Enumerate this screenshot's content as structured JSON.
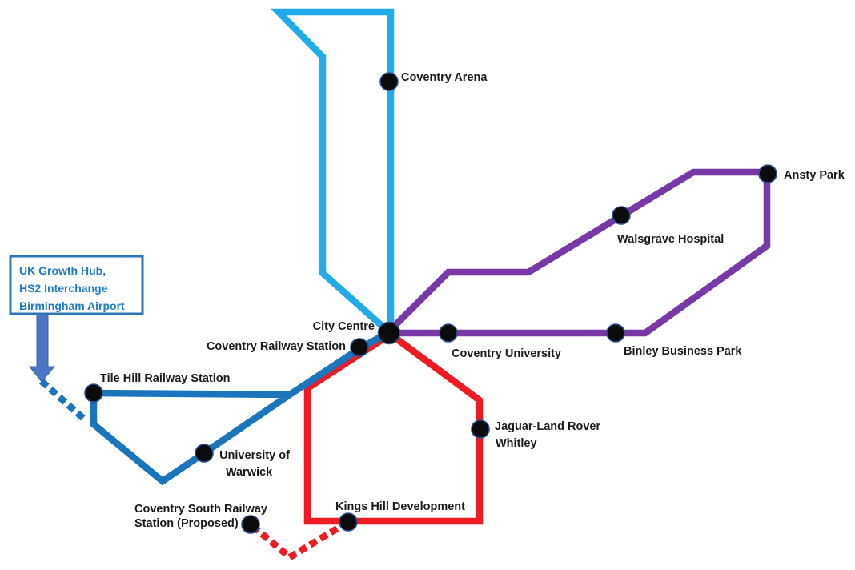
{
  "diagram": {
    "legend_box": {
      "line1": "UK Growth Hub,",
      "line2": "HS2 Interchange",
      "line3": "Birmingham Airport"
    },
    "stations": {
      "coventry_arena": {
        "label": "Coventry Arena"
      },
      "ansty_park": {
        "label": "Ansty Park"
      },
      "walsgrave_hospital": {
        "label": "Walsgrave Hospital"
      },
      "city_centre": {
        "label": "City Centre"
      },
      "coventry_railway_station": {
        "label": "Coventry Railway Station"
      },
      "coventry_university": {
        "label": "Coventry University"
      },
      "binley_business_park": {
        "label": "Binley Business Park"
      },
      "tile_hill": {
        "label": "Tile Hill Railway Station"
      },
      "university_of_warwick": {
        "label_line1": "University of",
        "label_line2": "Warwick"
      },
      "jaguar_land_rover": {
        "label_line1": "Jaguar-Land Rover",
        "label_line2": "Whitley"
      },
      "kings_hill": {
        "label": "Kings Hill Development"
      },
      "coventry_south": {
        "label_line1": "Coventry South Railway",
        "label_line2": "Station (Proposed)"
      }
    },
    "palette": {
      "cyan_line": "#21ACE8",
      "blue_line": "#1B75BC",
      "purple_line": "#7839A6",
      "red_line": "#EE1B23",
      "arrow_blue": "#4B77C6",
      "box_border_blue": "#2E75B6",
      "box_text_blue": "#1E7AC8",
      "label_black": "#1A1A1A"
    }
  }
}
